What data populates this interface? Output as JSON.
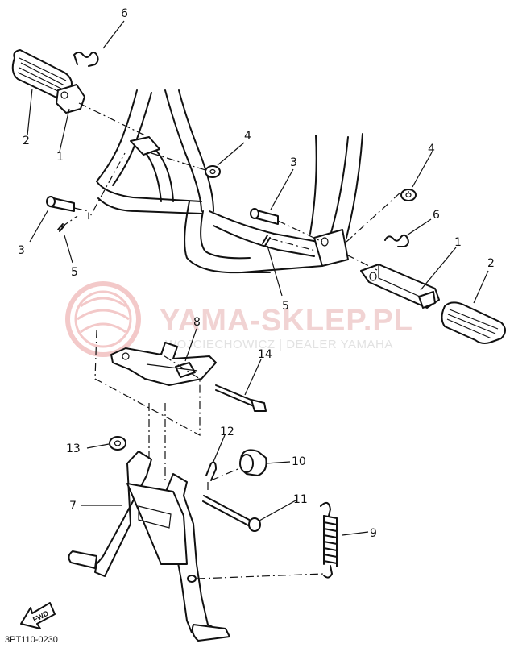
{
  "watermark": {
    "title": "YAMA-SKLEP.PL",
    "subtitle": "WOJCIECHOWICZ | DEALER YAMAHA",
    "colors": {
      "logo": "#f3c9c9",
      "text": "#f1d3d3"
    }
  },
  "diagram_code": "3PT110-0230",
  "fwd_label": "FWD",
  "callouts": [
    {
      "id": "callout-1-left",
      "label": "1"
    },
    {
      "id": "callout-2-left",
      "label": "2"
    },
    {
      "id": "callout-3-left",
      "label": "3"
    },
    {
      "id": "callout-4-left",
      "label": "4"
    },
    {
      "id": "callout-5-left",
      "label": "5"
    },
    {
      "id": "callout-6-left",
      "label": "6"
    },
    {
      "id": "callout-3-right",
      "label": "3"
    },
    {
      "id": "callout-4-right",
      "label": "4"
    },
    {
      "id": "callout-6-right",
      "label": "6"
    },
    {
      "id": "callout-1-right",
      "label": "1"
    },
    {
      "id": "callout-2-right",
      "label": "2"
    },
    {
      "id": "callout-5-right",
      "label": "5"
    },
    {
      "id": "callout-8",
      "label": "8"
    },
    {
      "id": "callout-14",
      "label": "14"
    },
    {
      "id": "callout-13",
      "label": "13"
    },
    {
      "id": "callout-12",
      "label": "12"
    },
    {
      "id": "callout-10",
      "label": "10"
    },
    {
      "id": "callout-7",
      "label": "7"
    },
    {
      "id": "callout-11",
      "label": "11"
    },
    {
      "id": "callout-9",
      "label": "9"
    }
  ]
}
